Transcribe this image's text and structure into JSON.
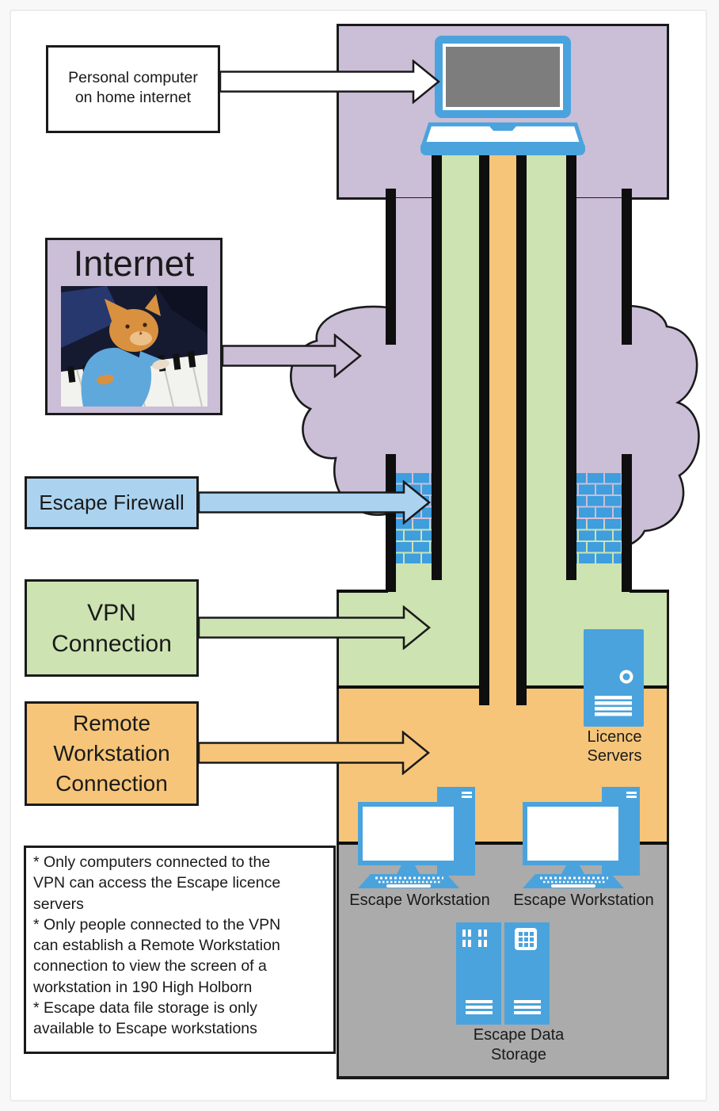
{
  "diagram": {
    "title_hint": "Escape network access diagram",
    "callouts": {
      "pc": {
        "text": "Personal computer\non home internet"
      },
      "internet": {
        "title": "Internet"
      },
      "firewall": {
        "text": "Escape Firewall"
      },
      "vpn": {
        "text": "VPN\nConnection"
      },
      "remote": {
        "text": "Remote\nWorkstation\nConnection"
      }
    },
    "notes": {
      "items": [
        "* Only computers connected to the\nVPN can access the Escape licence\nservers",
        "* Only people connected to the VPN\ncan establish a Remote Workstation\nconnection to view the screen of a\nworkstation in 190 High Holborn",
        "* Escape data file storage is only\navailable to Escape workstations"
      ]
    },
    "zone_labels": {
      "licence_servers": "Licence\nServers",
      "workstation_left": "Escape Workstation",
      "workstation_right": "Escape Workstation",
      "data_storage": "Escape Data\nStorage"
    },
    "colors": {
      "internet_zone_purple": "#cbbed7",
      "vpn_zone_green": "#cde3b2",
      "remote_zone_orange": "#f6c579",
      "storage_zone_gray": "#ababab",
      "firewall_light_blue": "#abd3f0",
      "brick_blue": "#3e9ede",
      "device_blue": "#4aa3dd",
      "screen_gray": "#7d7d7d",
      "outline_black": "#1a1a1a"
    },
    "icons": {
      "laptop": "laptop-icon",
      "cloud": "internet-cloud-shape",
      "cat": "keyboard-cat-image",
      "bricks": "firewall-brick-wall",
      "server": "licence-server-icon",
      "workstation": "workstation-icon",
      "storage": "data-storage-icon",
      "arrow": "arrow-icon"
    }
  }
}
